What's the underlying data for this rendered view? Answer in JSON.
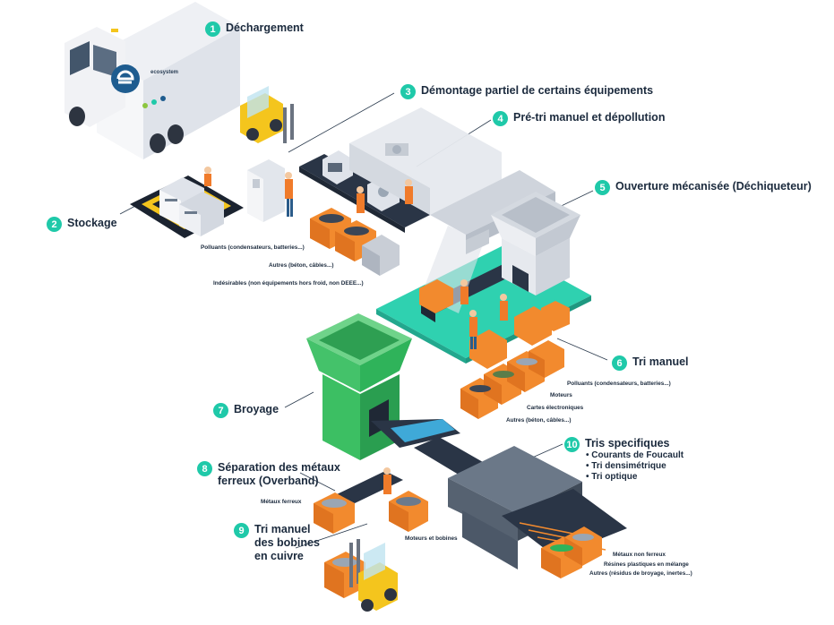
{
  "colors": {
    "accent": "#1fc9a9",
    "text": "#1b2a3d",
    "crate": "#f28a2e",
    "belt_platform": "#2fd1b0",
    "crusher_green": "#2fb35a",
    "machine_grey": "#c9ced6",
    "dark_machine": "#4c5868",
    "forklift_yellow": "#f4c51d",
    "worker_vest": "#f07b2a"
  },
  "truck": {
    "brand": "ecosystem"
  },
  "steps": [
    {
      "number": "1",
      "label": "Déchargement"
    },
    {
      "number": "2",
      "label": "Stockage"
    },
    {
      "number": "3",
      "label": "Démontage partiel de certains équipements"
    },
    {
      "number": "4",
      "label": "Pré-tri manuel et dépollution"
    },
    {
      "number": "5",
      "label": "Ouverture mécanisée (Déchiqueteur)"
    },
    {
      "number": "6",
      "label": "Tri manuel"
    },
    {
      "number": "7",
      "label": "Broyage"
    },
    {
      "number": "8",
      "label_line1": "Séparation des métaux",
      "label_line2": "ferreux (Overband)"
    },
    {
      "number": "9",
      "label_line1": "Tri manuel",
      "label_line2": "des bobines",
      "label_line3": "en cuivre"
    },
    {
      "number": "10",
      "label": "Tris specifiques",
      "items": [
        "• Courants de Foucault",
        "• Tri densimétrique",
        "• Tri optique"
      ]
    }
  ],
  "bins": {
    "step4": [
      "Polluants (condensateurs, batteries...)",
      "Autres (béton, câbles...)",
      "Indésirables (non équipements hors froid, non DEEE...)"
    ],
    "step6": [
      "Polluants (condensateurs, batteries...)",
      "Moteurs",
      "Cartes électroniques",
      "Autres (béton, câbles...)"
    ],
    "step8": [
      "Métaux ferreux",
      "Moteurs et bobines"
    ],
    "step10": [
      "Métaux non ferreux",
      "Résines plastiques en mélange",
      "Autres (résidus de broyage, inertes...)"
    ]
  }
}
